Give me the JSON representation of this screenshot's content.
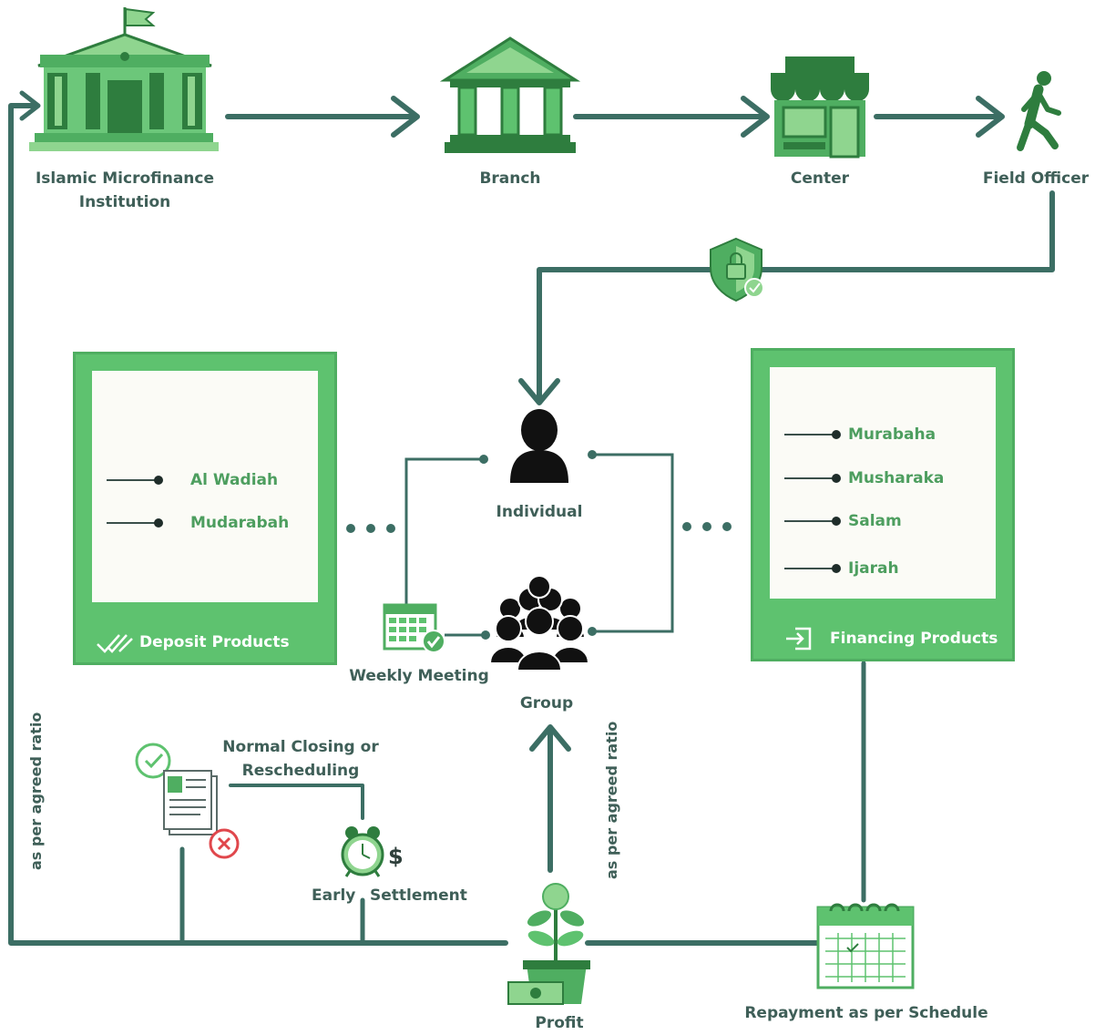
{
  "nodes": {
    "institution": "Islamic Microfinance\nInstitution",
    "branch": "Branch",
    "center": "Center",
    "field_officer": "Field Officer",
    "individual": "Individual",
    "group": "Group",
    "weekly_meeting": "Weekly Meeting",
    "normal_closing": "Normal Closing or\nRescheduling",
    "early": "Early",
    "settlement": "Settlement",
    "profit": "Profit",
    "repayment": "Repayment as per Schedule",
    "ratio_left": "as per agreed ratio",
    "ratio_right": "as per agreed ratio",
    "dollar": "$"
  },
  "deposit_panel": {
    "title": "Deposit Products",
    "items": [
      "Al Wadiah",
      "Mudarabah"
    ]
  },
  "financing_panel": {
    "title": "Financing Products",
    "items": [
      "Murabaha",
      "Musharaka",
      "Salam",
      "Ijarah"
    ]
  },
  "colors": {
    "connector": "#3c6e64",
    "green_dark": "#2e7d3e",
    "green_mid": "#4fae61",
    "green_light": "#8fd58f",
    "label": "#3f5f58"
  },
  "icons": [
    "bank-building-icon",
    "branch-bank-icon",
    "store-icon",
    "walking-person-icon",
    "shield-lock-icon",
    "person-icon",
    "people-group-icon",
    "calendar-check-icon",
    "document-approve-reject-icon",
    "alarm-clock-icon",
    "money-plant-icon",
    "calendar-schedule-icon",
    "double-check-icon",
    "sign-in-icon"
  ]
}
